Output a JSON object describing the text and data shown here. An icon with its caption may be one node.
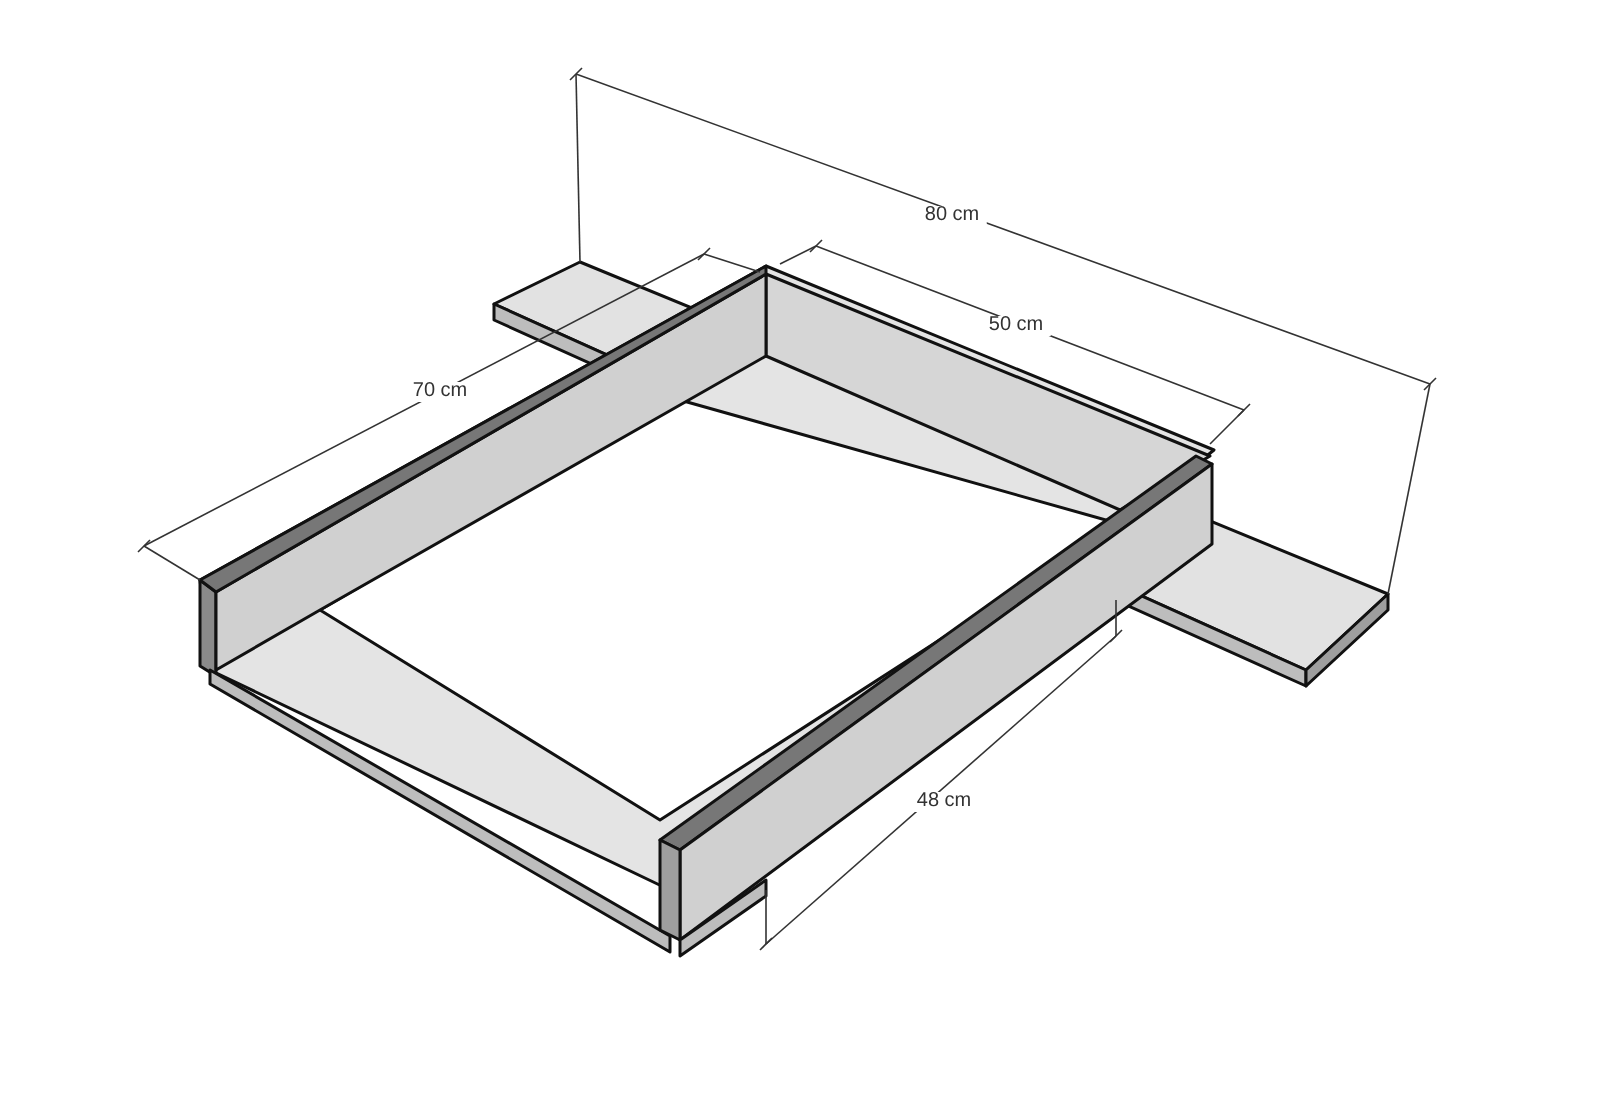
{
  "diagram": {
    "labels": [
      "80 cm",
      "50 cm",
      "70 cm",
      "48 cm"
    ]
  }
}
